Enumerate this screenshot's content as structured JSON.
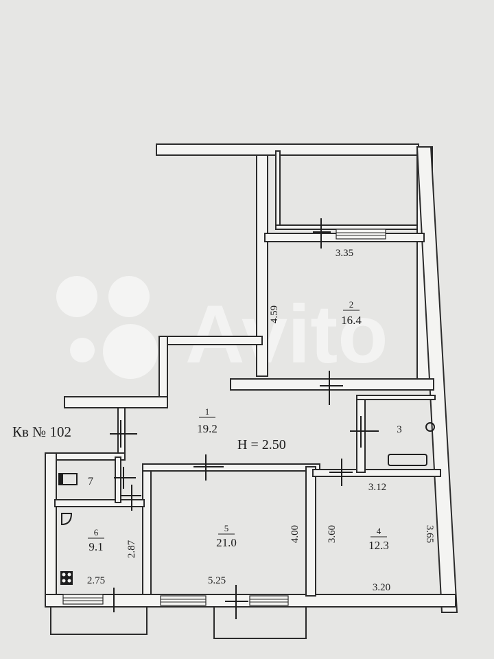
{
  "apartment_label": "Кв № 102",
  "ceiling_height": "H = 2.50",
  "watermark": "Avito",
  "rooms": [
    {
      "number": "1",
      "area": "19.2"
    },
    {
      "number": "2",
      "area": "16.4"
    },
    {
      "number": "3",
      "area": ""
    },
    {
      "number": "4",
      "area": "12.3"
    },
    {
      "number": "5",
      "area": "21.0"
    },
    {
      "number": "6",
      "area": "9.1"
    },
    {
      "number": "7",
      "area": ""
    }
  ],
  "dimensions": {
    "room2_width": "3.35",
    "room2_depth": "4.59",
    "room3_width": "3.12",
    "room4_depth_left": "3.60",
    "room4_depth_right": "3.65",
    "room4_width": "3.20",
    "room5_depth": "4.00",
    "room5_width": "5.25",
    "room6_depth": "2.87",
    "room6_width": "2.75"
  }
}
